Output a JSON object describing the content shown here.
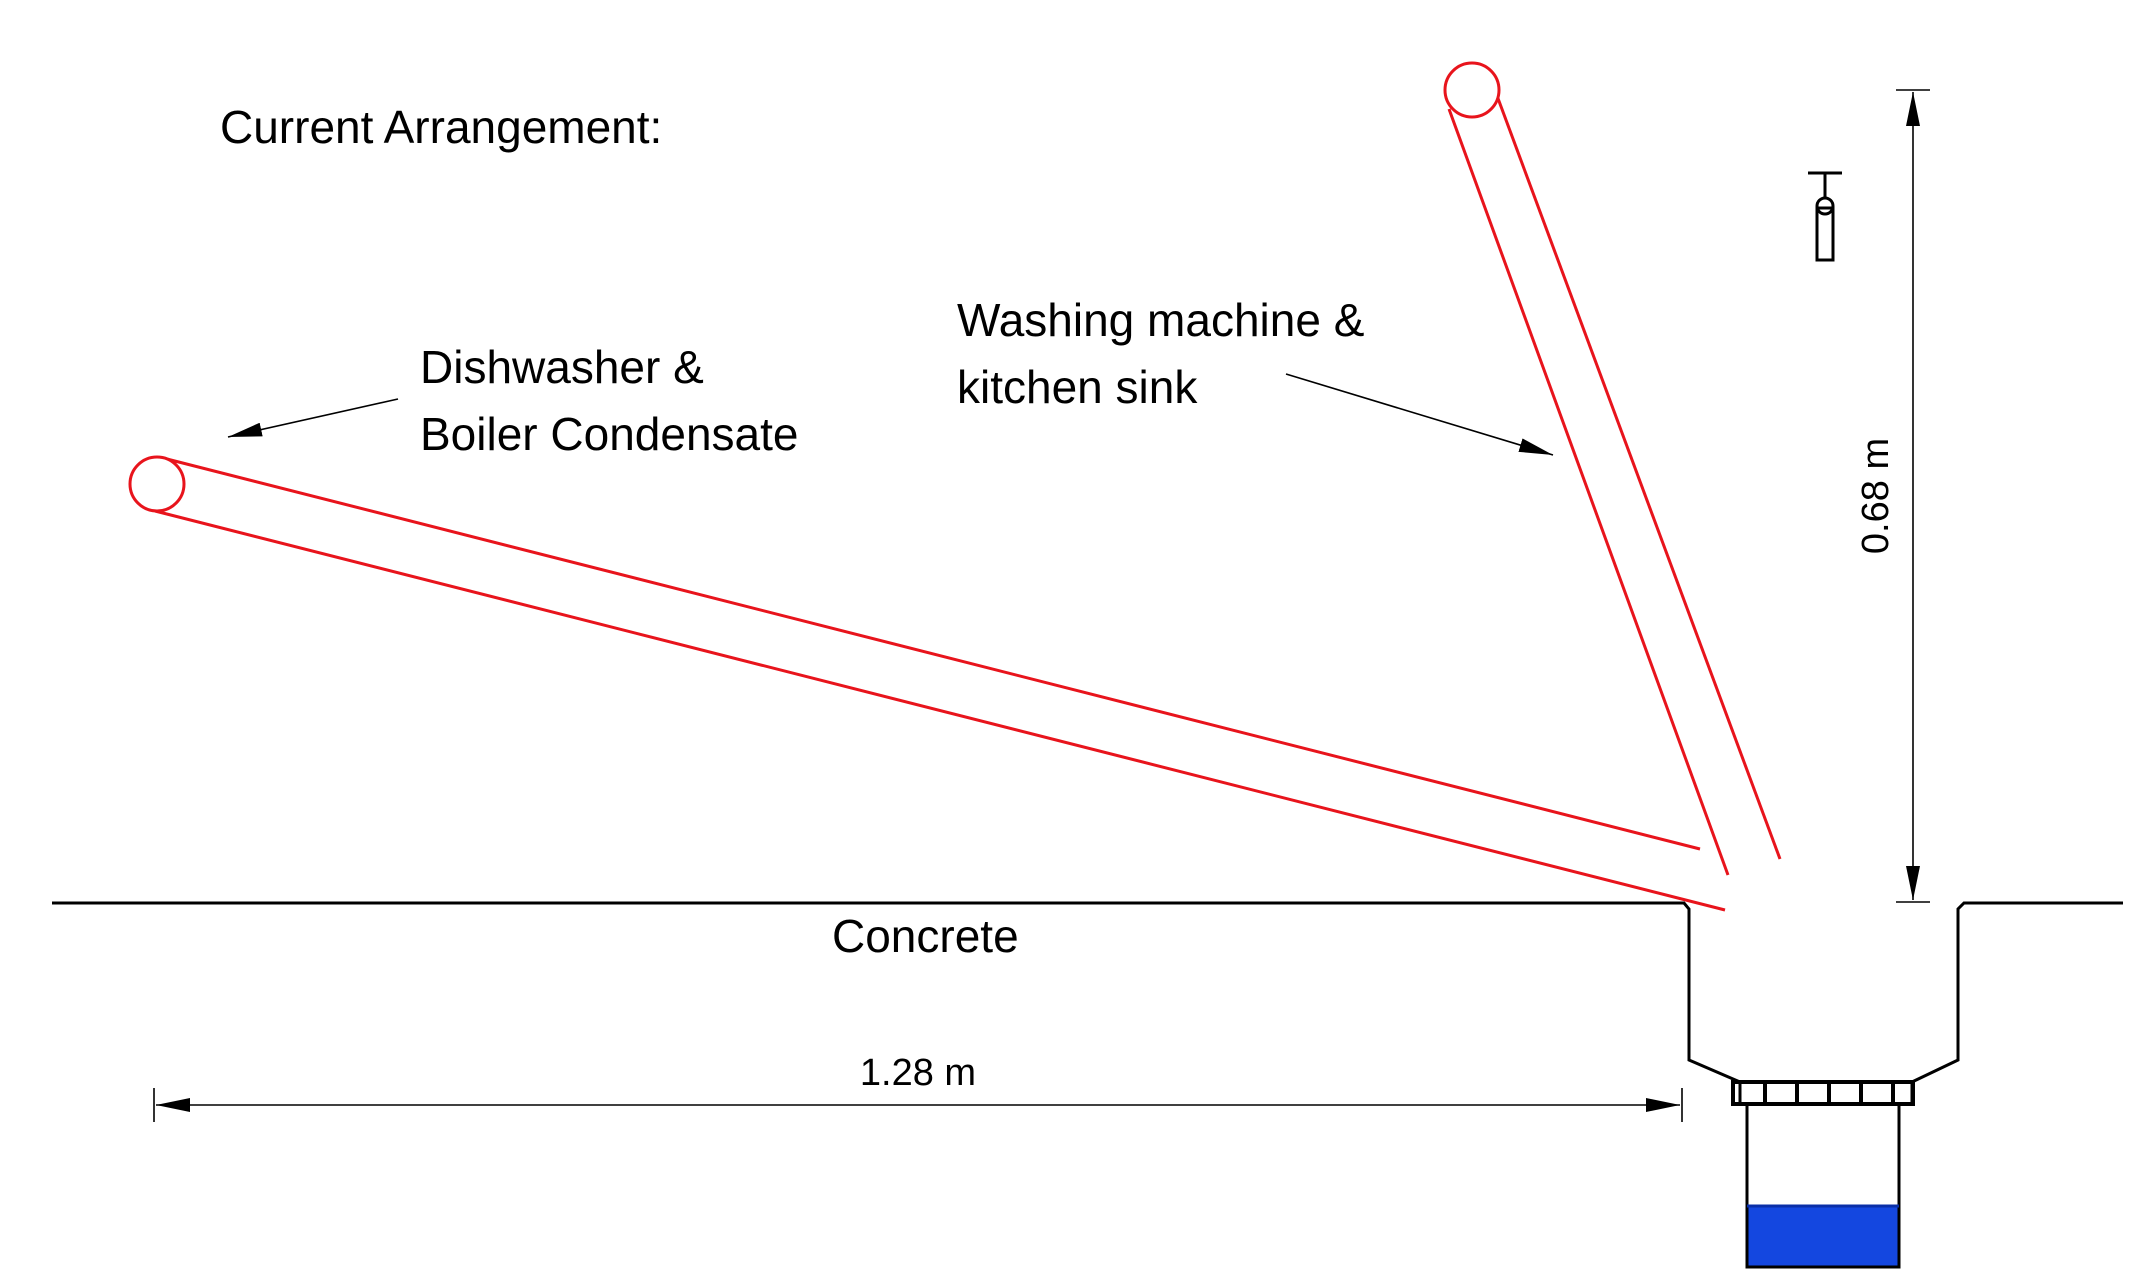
{
  "title": "Current Arrangement:",
  "labels": {
    "dishwasher_line1": "Dishwasher &",
    "dishwasher_line2": "Boiler Condensate",
    "washing_line1": "Washing machine &",
    "washing_line2": "kitchen sink",
    "ground": "Concrete"
  },
  "dimensions": {
    "horizontal": "1.28 m",
    "vertical": "0.68 m"
  },
  "colors": {
    "pipe": "#e8141c",
    "water": "#1447e0",
    "line": "#000000",
    "background": "#ffffff"
  },
  "icons": {
    "tap": "tap-icon"
  }
}
